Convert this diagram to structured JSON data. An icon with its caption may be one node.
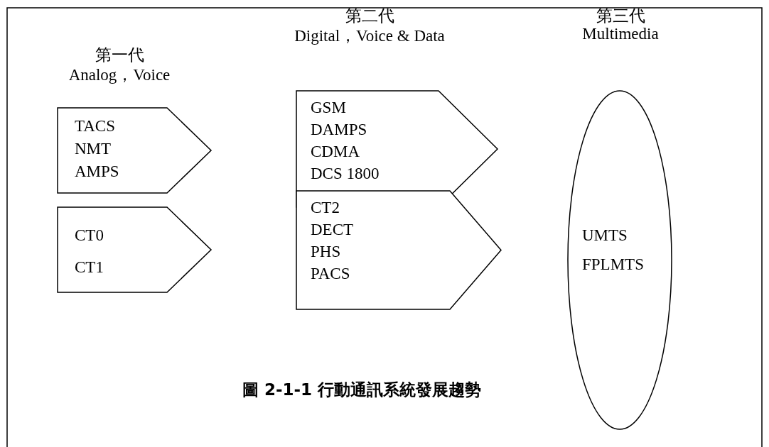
{
  "diagram": {
    "caption": "圖 2-1-1 行動通訊系統發展趨勢",
    "nodes": [
      {
        "text": [
          "TACS",
          "NMT",
          "AMPS"
        ]
      },
      {
        "text": [
          "CT0",
          "CT1"
        ]
      },
      {
        "text": [
          "GSM",
          "DAMPS",
          "CDMA",
          "DCS 1800"
        ]
      },
      {
        "text": [
          "CT2",
          "DECT",
          "PHS",
          "PACS"
        ]
      },
      {
        "text": [
          "UMTS",
          "FPLMTS"
        ]
      }
    ],
    "labels": [
      "第二代",
      "第三代",
      "第一代",
      "Digital，Voice & Data",
      "Multimedia",
      "Analog，Voice"
    ]
  }
}
